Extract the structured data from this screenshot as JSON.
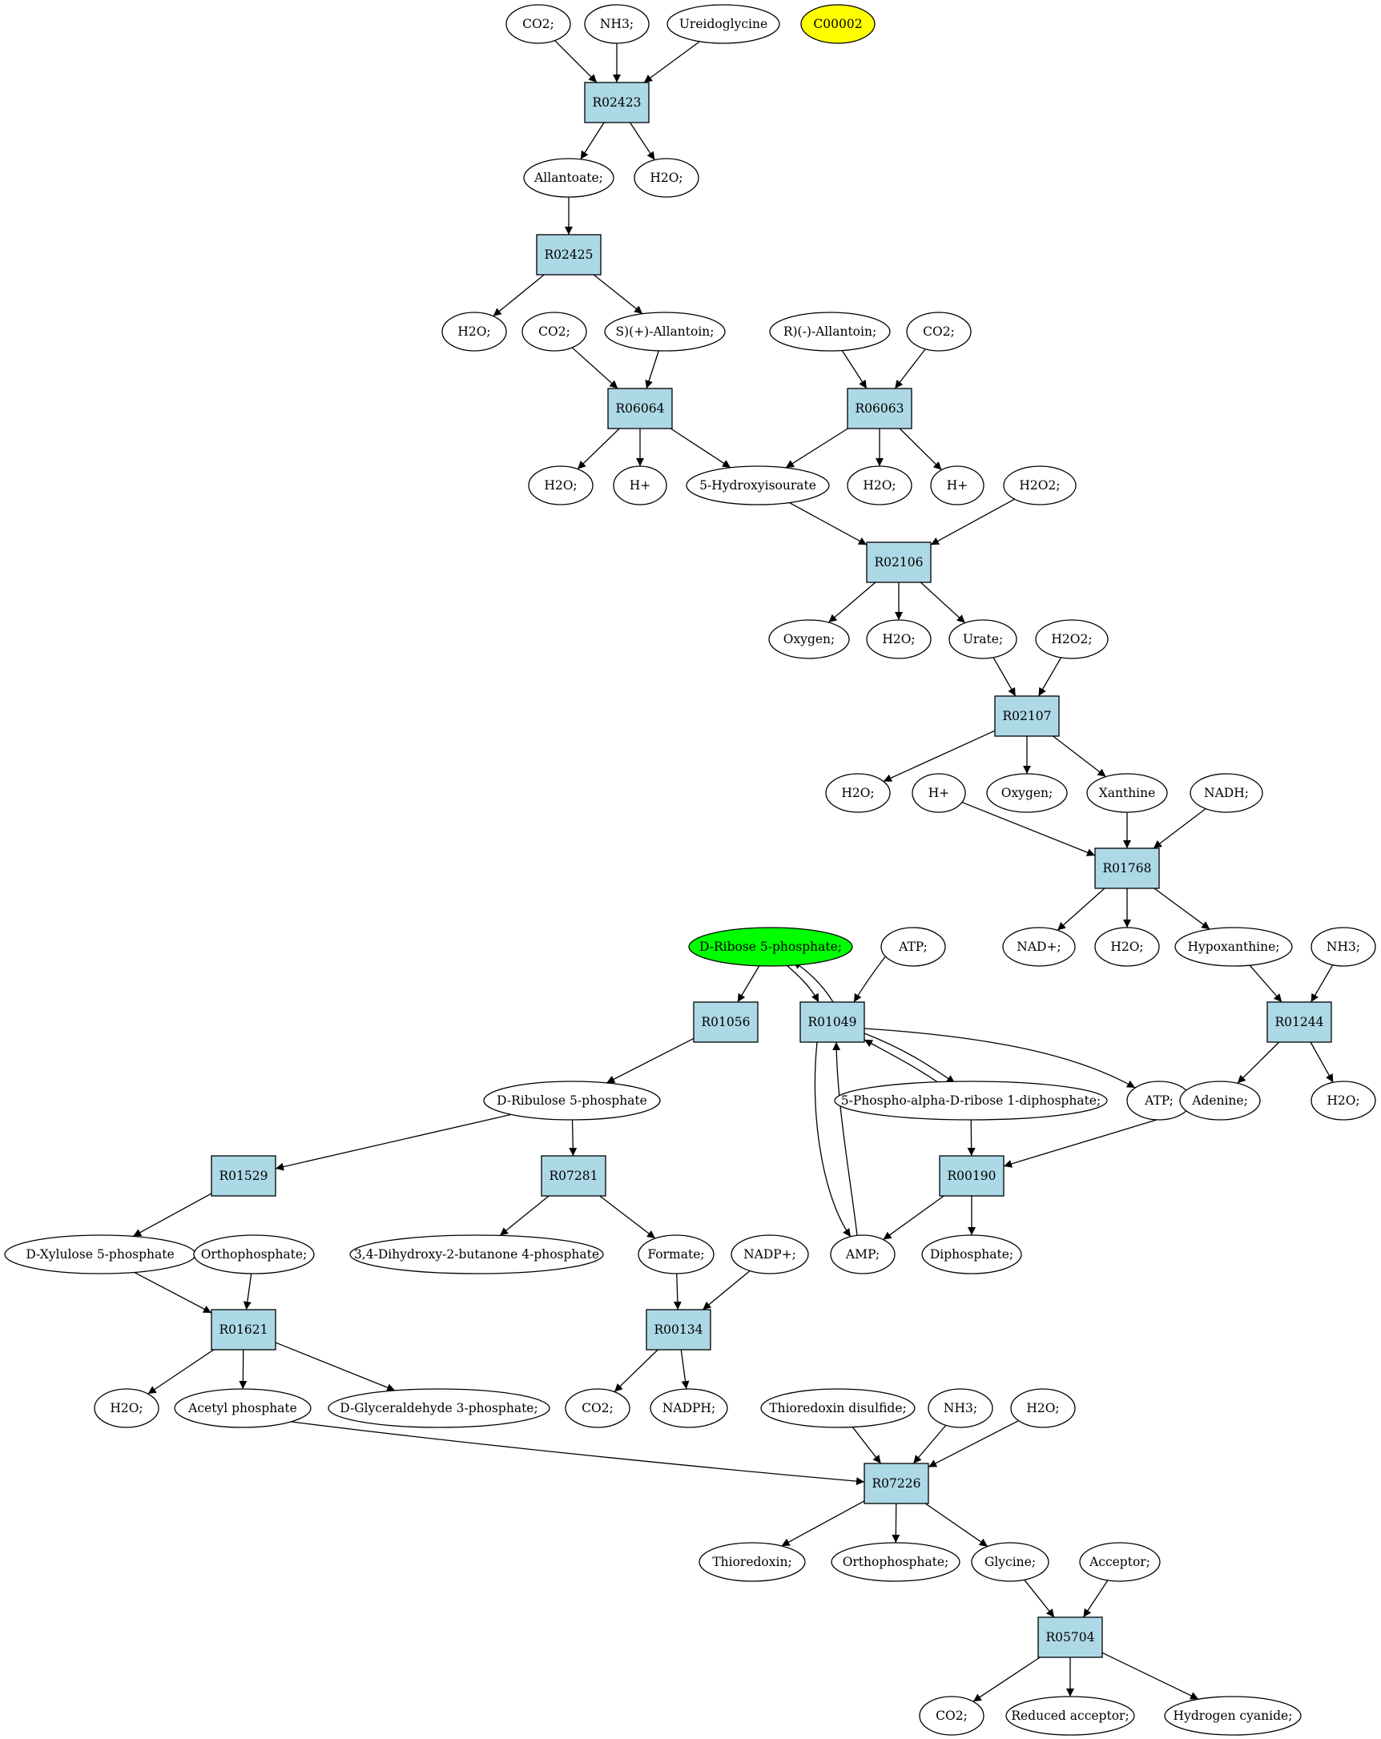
{
  "colors": {
    "reaction_fill": "#add8e6",
    "start_fill": "#00ff00",
    "target_fill": "#ffff00",
    "compound_fill": "#ffffff",
    "stroke": "#000000"
  },
  "reactions": {
    "R02423": "R02423",
    "R02425": "R02425",
    "R06064": "R06064",
    "R06063": "R06063",
    "R02106": "R02106",
    "R02107": "R02107",
    "R01768": "R01768",
    "R01056": "R01056",
    "R01049": "R01049",
    "R01244": "R01244",
    "R01529": "R01529",
    "R07281": "R07281",
    "R00190": "R00190",
    "R01621": "R01621",
    "R00134": "R00134",
    "R07226": "R07226",
    "R05704": "R05704"
  },
  "compounds": {
    "c1": "CO2;",
    "c2": "NH3;",
    "c3": "Ureidoglycine",
    "c4": "C00002",
    "c5": "Allantoate;",
    "c6": "H2O;",
    "c7": "H2O;",
    "c8": "CO2;",
    "c9": "S)(+)-Allantoin;",
    "c10": "R)(-)-Allantoin;",
    "c11": "CO2;",
    "c12": "H2O;",
    "c13": "H+",
    "c14": "5-Hydroxyisourate",
    "c15": "H2O;",
    "c16": "H+",
    "c17": "H2O2;",
    "c18": "Oxygen;",
    "c19": "H2O;",
    "c20": "Urate;",
    "c21": "H2O2;",
    "c22": "H2O;",
    "c23": "H+",
    "c24": "Oxygen;",
    "c25": "Xanthine",
    "c26": "NADH;",
    "c27": "D-Ribose 5-phosphate;",
    "c28": "ATP;",
    "c29": "NAD+;",
    "c30": "H2O;",
    "c31": "Hypoxanthine;",
    "c32": "NH3;",
    "c33": "D-Ribulose 5-phosphate",
    "c34": "5-Phospho-alpha-D-ribose 1-diphosphate;",
    "c35": "ATP;",
    "c36": "Adenine;",
    "c37": "H2O;",
    "c38": "D-Xylulose 5-phosphate",
    "c39": "Orthophosphate;",
    "c40": "3,4-Dihydroxy-2-butanone 4-phosphate",
    "c41": "Formate;",
    "c42": "NADP+;",
    "c43": "AMP;",
    "c44": "Diphosphate;",
    "c45": "H2O;",
    "c46": "Acetyl phosphate",
    "c47": "D-Glyceraldehyde 3-phosphate;",
    "c48": "CO2;",
    "c49": "NADPH;",
    "c50": "Thioredoxin disulfide;",
    "c51": "NH3;",
    "c52": "H2O;",
    "c53": "Thioredoxin;",
    "c54": "Orthophosphate;",
    "c55": "Glycine;",
    "c56": "Acceptor;",
    "c57": "CO2;",
    "c58": "Reduced acceptor;",
    "c59": "Hydrogen cyanide;"
  }
}
